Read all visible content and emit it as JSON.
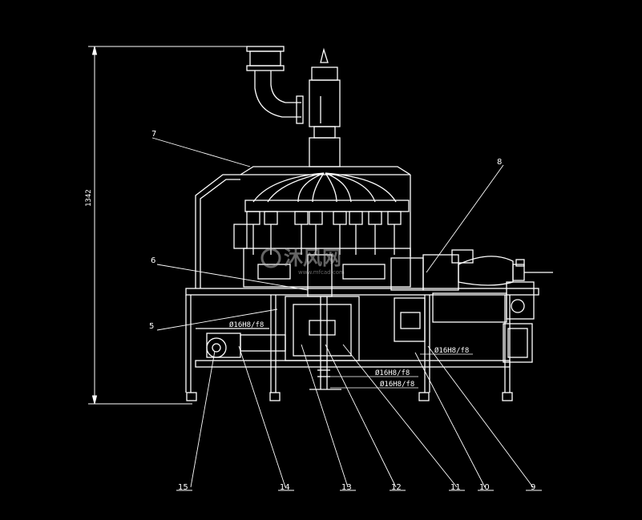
{
  "dimensions": {
    "height_label": "1342",
    "fits": [
      "Ø16H8/f8",
      "Ø16H8/f8",
      "Ø16H8/f8",
      "Ø16H8/f8"
    ]
  },
  "part_numbers": [
    "5",
    "6",
    "7",
    "8",
    "9",
    "10",
    "11",
    "12",
    "13",
    "14",
    "15"
  ],
  "watermark": {
    "text": "沐风网",
    "url": "www.mfcad.com"
  },
  "colors": {
    "background": "#000000",
    "line": "#ffffff"
  }
}
